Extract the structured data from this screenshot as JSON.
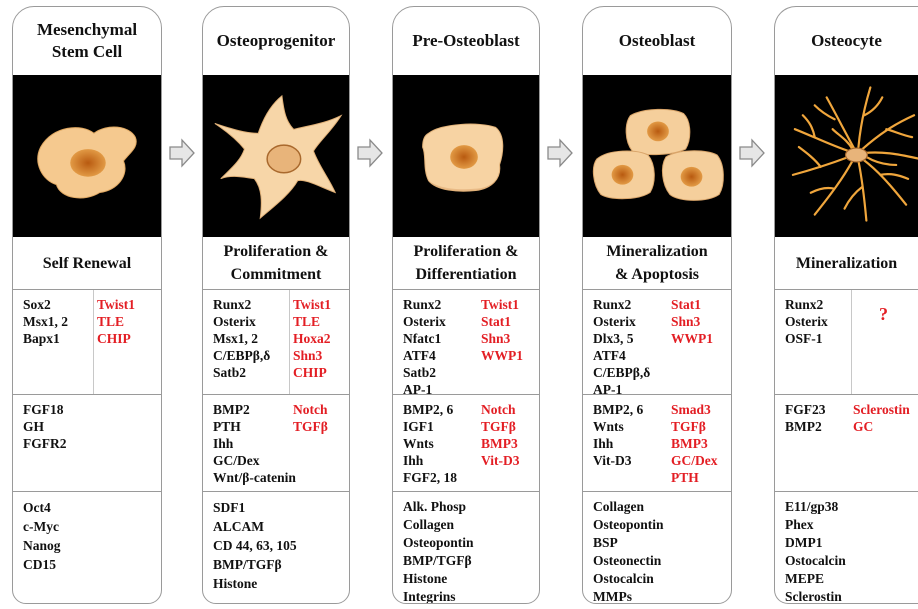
{
  "columns": [
    {
      "title": "Mesenchymal\nStem Cell",
      "section": "Self Renewal",
      "tf_black": [
        "Sox2",
        "Msx1, 2",
        "Bapx1"
      ],
      "tf_red": [
        "Twist1",
        "TLE",
        "CHIP"
      ],
      "sig_black": [
        "FGF18",
        "GH",
        "FGFR2"
      ],
      "sig_red": [],
      "markers": [
        "Oct4",
        "c-Myc",
        "Nanog",
        "CD15"
      ]
    },
    {
      "title": "Osteoprogenitor",
      "section": "Proliferation &\nCommitment",
      "tf_black": [
        "Runx2",
        "Osterix",
        "Msx1, 2",
        "C/EBPβ,δ",
        "Satb2"
      ],
      "tf_red": [
        "Twist1",
        "TLE",
        "Hoxa2",
        "Shn3",
        "CHIP"
      ],
      "sig_black": [
        "BMP2",
        "PTH",
        "Ihh",
        "GC/Dex",
        "Wnt/β-catenin"
      ],
      "sig_red": [
        "Notch",
        "TGFβ"
      ],
      "markers": [
        "SDF1",
        "ALCAM",
        "CD 44, 63, 105",
        "BMP/TGFβ",
        "Histone"
      ]
    },
    {
      "title": "Pre-Osteoblast",
      "section": "Proliferation &\nDifferentiation",
      "tf_black": [
        "Runx2",
        "Osterix",
        "Nfatc1",
        "ATF4",
        "Satb2",
        "AP-1"
      ],
      "tf_red": [
        "Twist1",
        "Stat1",
        "Shn3",
        "WWP1"
      ],
      "sig_black": [
        "BMP2, 6",
        "IGF1",
        "Wnts",
        "Ihh",
        "FGF2, 18"
      ],
      "sig_red": [
        "Notch",
        "TGFβ",
        "BMP3",
        "Vit-D3"
      ],
      "markers": [
        "Alk. Phosp",
        "Collagen",
        "Osteopontin",
        "BMP/TGFβ",
        "Histone",
        "Integrins"
      ]
    },
    {
      "title": "Osteoblast",
      "section": "Mineralization\n& Apoptosis",
      "tf_black": [
        "Runx2",
        "Osterix",
        "Dlx3, 5",
        "ATF4",
        "C/EBPβ,δ",
        "AP-1"
      ],
      "tf_red": [
        "Stat1",
        "Shn3",
        "WWP1"
      ],
      "sig_black": [
        "BMP2, 6",
        "Wnts",
        "Ihh",
        "Vit-D3"
      ],
      "sig_red": [
        "Smad3",
        "TGFβ",
        "BMP3",
        "GC/Dex",
        "PTH"
      ],
      "markers": [
        "Collagen",
        "Osteopontin",
        "BSP",
        "Osteonectin",
        "Ostocalcin",
        "MMPs"
      ]
    },
    {
      "title": "Osteocyte",
      "section": "Mineralization",
      "tf_black": [
        "Runx2",
        "Osterix",
        "OSF-1"
      ],
      "tf_red": [
        "?"
      ],
      "sig_black": [
        "FGF23",
        "BMP2"
      ],
      "sig_red": [
        "Sclerostin",
        "GC"
      ],
      "markers": [
        "E11/gp38",
        "Phex",
        "DMP1",
        "Ostocalcin",
        "MEPE",
        "Sclerostin"
      ]
    }
  ],
  "colors": {
    "inhibitor_text": "#e31e24",
    "activator_text": "#111111",
    "cell_fill": "#f5c98f",
    "nucleus_fill": "#c9731c",
    "dendrite_color": "#f0a63c",
    "image_background": "#000000",
    "border": "#9a9a9a"
  }
}
